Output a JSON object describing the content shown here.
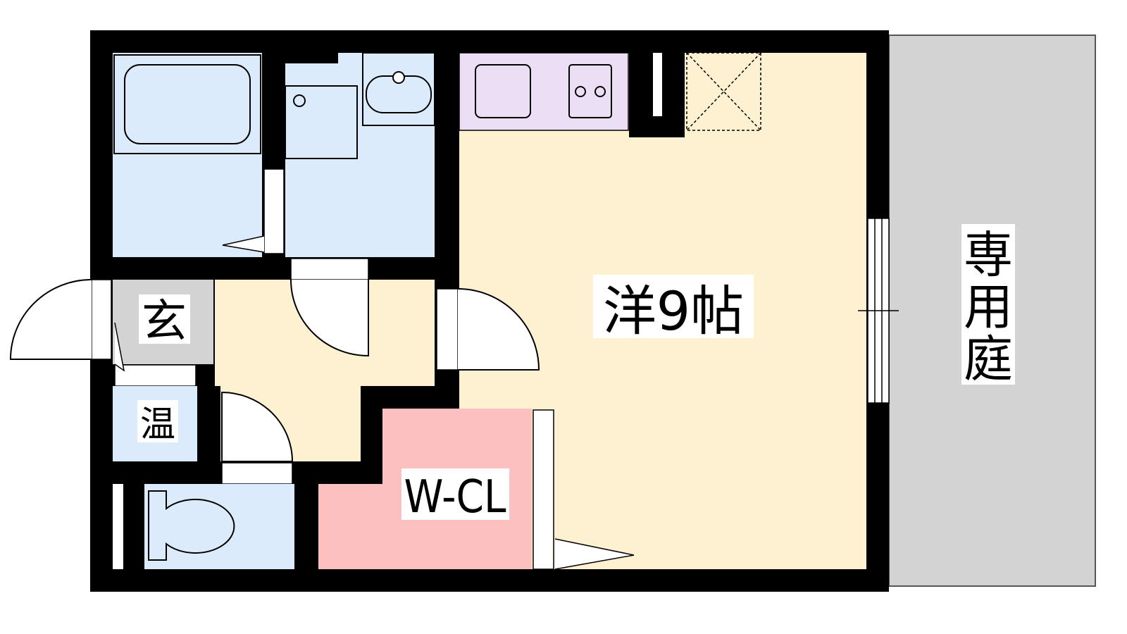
{
  "labels": {
    "main_room": "洋9帖",
    "garden": [
      "専",
      "用",
      "庭"
    ],
    "entrance": "玄",
    "water_heater": "温",
    "walk_in_closet": "W-CL"
  },
  "colors": {
    "wall": "#000000",
    "wet_area": "#dcebfc",
    "kitchen": "#ecdff5",
    "room": "#fdf1d2",
    "closet": "#fdc0c0",
    "entrance": "#d3d3d3",
    "garden": "#d3d3d3"
  }
}
